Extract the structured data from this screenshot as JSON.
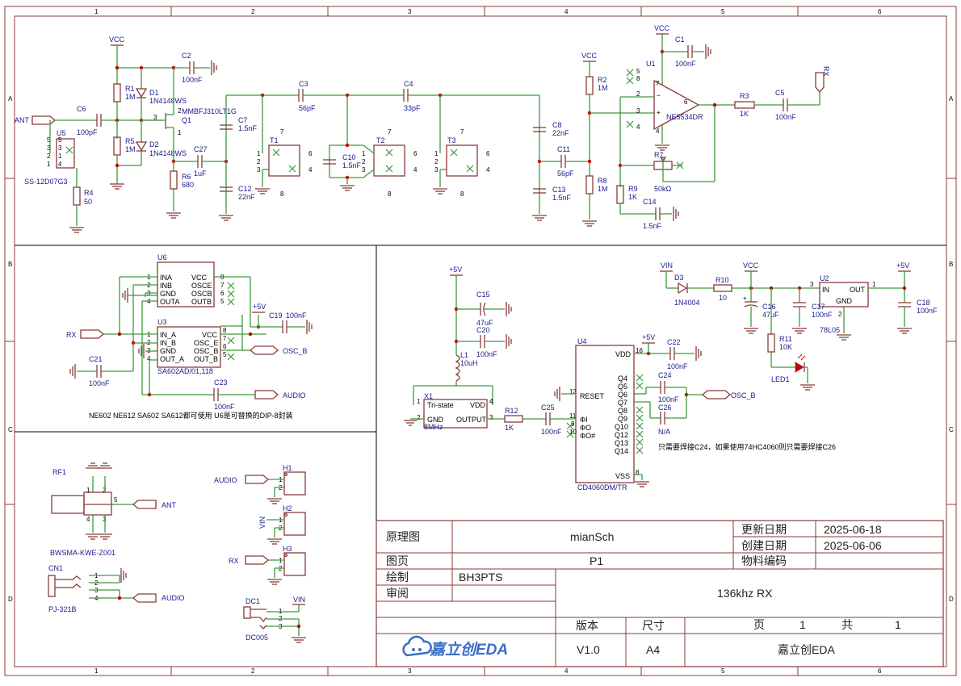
{
  "border": {
    "columns": [
      "1",
      "2",
      "3",
      "4",
      "5",
      "6"
    ],
    "rows": [
      "A",
      "B",
      "C",
      "D"
    ]
  },
  "title_block": {
    "schematic_label": "原理图",
    "schematic_name": "mianSch",
    "updated_label": "更新日期",
    "updated_date": "2025-06-18",
    "created_label": "创建日期",
    "created_date": "2025-06-06",
    "sheet_label": "图页",
    "sheet_name": "P1",
    "material_label": "物料编码",
    "drawn_label": "绘制",
    "drawn_by": "BH3PTS",
    "reviewed_label": "审阅",
    "project_name": "136khz RX",
    "version_label": "版本",
    "size_label": "尺寸",
    "page_label": "页",
    "page_num": "1",
    "total_label": "共",
    "page_total": "1",
    "logo_text": "嘉立创EDA",
    "version": "V1.0",
    "size": "A4",
    "company": "嘉立创EDA"
  },
  "components": {
    "vcc": "VCC",
    "plus5v": "+5V",
    "vin": "VIN",
    "ant": "ANT",
    "rx": "RX",
    "audio": "AUDIO",
    "osc_b": "OSC_B",
    "r1": "R1",
    "r1v": "1M",
    "d1": "D1",
    "d1v": "1N4148WS",
    "r5": "R5",
    "r5v": "1M",
    "d2": "D2",
    "d2v": "1N4148WS",
    "q1": "Q1",
    "q1v": "MMBFJ310LT1G",
    "c2": "C2",
    "c2v": "100nF",
    "c6": "C6",
    "c6v": "100pF",
    "u5": "U5",
    "u5v": "SS-12D07G3",
    "r4": "R4",
    "r4v": "50",
    "c27": "C27",
    "c27v": "1uF",
    "r6": "R6",
    "r6v": "680",
    "c7": "C7",
    "c7v": "1.5nF",
    "c12": "C12",
    "c12v": "22nF",
    "c3": "C3",
    "c3v": "56pF",
    "t1": "T1",
    "c10": "C10",
    "c10v": "1.5nF",
    "t2": "T2",
    "c4": "C4",
    "c4v": "33pF",
    "t3": "T3",
    "c8": "C8",
    "c8v": "22nF",
    "c13": "C13",
    "c13v": "1.5nF",
    "c11": "C11",
    "c11v": "56pF",
    "r2": "R2",
    "r2v": "1M",
    "r8": "R8",
    "r8v": "1M",
    "u1": "U1",
    "u1v": "NE5534DR",
    "c1": "C1",
    "c1v": "100nF",
    "r7": "R7",
    "r7v": "50kΩ",
    "r9": "R9",
    "r9v": "1K",
    "c14": "C14",
    "c14v": "1.5nF",
    "r3": "R3",
    "r3v": "1K",
    "c5": "C5",
    "c5v": "100nF",
    "u6": "U6",
    "u6_pins_left": [
      "INA",
      "INB",
      "GND",
      "OUTA"
    ],
    "u6_pins_right": [
      "VCC",
      "OSCE",
      "OSCB",
      "OUTB"
    ],
    "u3": "U3",
    "u3v": "SA602AD/01,118",
    "u3_pins_left": [
      "IN_A",
      "IN_B",
      "GND",
      "OUT_A"
    ],
    "u3_pins_right": [
      "VCC",
      "OSC_E",
      "OSC_B",
      "OUT_B"
    ],
    "c19": "C19",
    "c19v": "100nF",
    "c21": "C21",
    "c21v": "100nF",
    "c23": "C23",
    "c23v": "100nF",
    "note_u6": "NE602 NE612 SA602 SA612都可使用 U6是可替换的DIP-8封装",
    "c15": "C15",
    "c15v": "47uF",
    "c20": "C20",
    "c20v": "100nF",
    "l1": "L1",
    "l1v": "10uH",
    "x1": "X1",
    "x1v": "8MHz",
    "x1_tristate": "Tri-state",
    "x1_vdd": "VDD",
    "x1_gnd": "GND",
    "x1_output": "OUTPUT",
    "r12": "R12",
    "r12v": "1K",
    "c25": "C25",
    "c25v": "100nF",
    "u4": "U4",
    "u4v": "CD4060DM/TR",
    "u4_vdd": "VDD",
    "u4_reset": "RESET",
    "u4_vss": "VSS",
    "u4_phi": [
      "ΦI",
      "ΦO",
      "ΦO#"
    ],
    "u4_q": [
      "Q4",
      "Q5",
      "Q6",
      "Q7",
      "Q8",
      "Q9",
      "Q10",
      "Q12",
      "Q13",
      "Q14"
    ],
    "c22": "C22",
    "c22v": "100nF",
    "c24": "C24",
    "c24v": "100nF",
    "c26": "C26",
    "c26v": "N/A",
    "note_c24": "只需要焊接C24，如果使用74HC4060则只需要焊接C26",
    "d3": "D3",
    "d3v": "1N4004",
    "r10": "R10",
    "r10v": "10",
    "c16": "C16",
    "c16v": "47uF",
    "c17": "C17",
    "c17v": "100nF",
    "u2": "U2",
    "u2v": "78L05",
    "u2_in": "IN",
    "u2_out": "OUT",
    "u2_gnd": "GND",
    "c18": "C18",
    "c18v": "100nF",
    "r11": "R11",
    "r11v": "10K",
    "led1": "LED1",
    "rf1": "RF1",
    "rf1v": "BWSMA-KWE-Z001",
    "cn1": "CN1",
    "cn1v": "PJ-321B",
    "h1": "H1",
    "h2": "H2",
    "h3": "H3",
    "dc1": "DC1",
    "dc1v": "DC005"
  },
  "colors": {
    "frame": "#8b3a3a",
    "wire": "#3c9b3c",
    "label": "#1a1a8c",
    "junction": "#c00000"
  }
}
